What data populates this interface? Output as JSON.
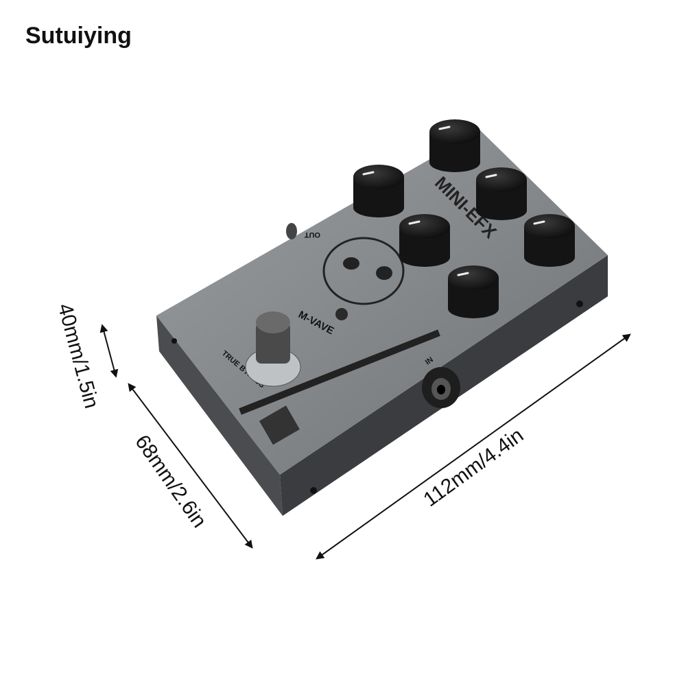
{
  "brand": "Sutuiying",
  "dimensions": {
    "height": "40mm/1.5in",
    "width": "68mm/2.6in",
    "length": "112mm/4.4in"
  },
  "pedal": {
    "logo": "MINI-EFX",
    "maker": "M-VAVE",
    "switch_label": "TRUE BYPASS",
    "jack_out": "OUT",
    "jack_in": "IN",
    "knob_count": 6
  },
  "colors": {
    "enclosure_top": "#8c8f92",
    "enclosure_side": "#3a3c3f",
    "knob": "#141414",
    "text": "#111111"
  }
}
